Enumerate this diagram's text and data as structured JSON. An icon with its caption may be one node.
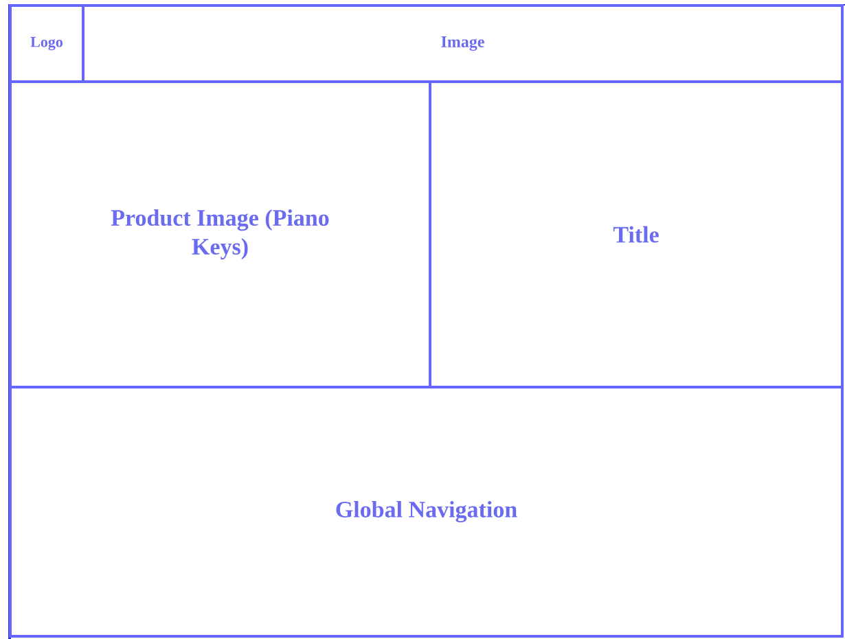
{
  "diagram": {
    "nodes": [
      {
        "text": [
          "Logo"
        ]
      },
      {
        "text": [
          "Image"
        ]
      },
      {
        "text": [
          "Product Image (Piano Keys)"
        ]
      },
      {
        "text": [
          "Title"
        ]
      },
      {
        "text": [
          "Global Navigation"
        ]
      }
    ]
  }
}
